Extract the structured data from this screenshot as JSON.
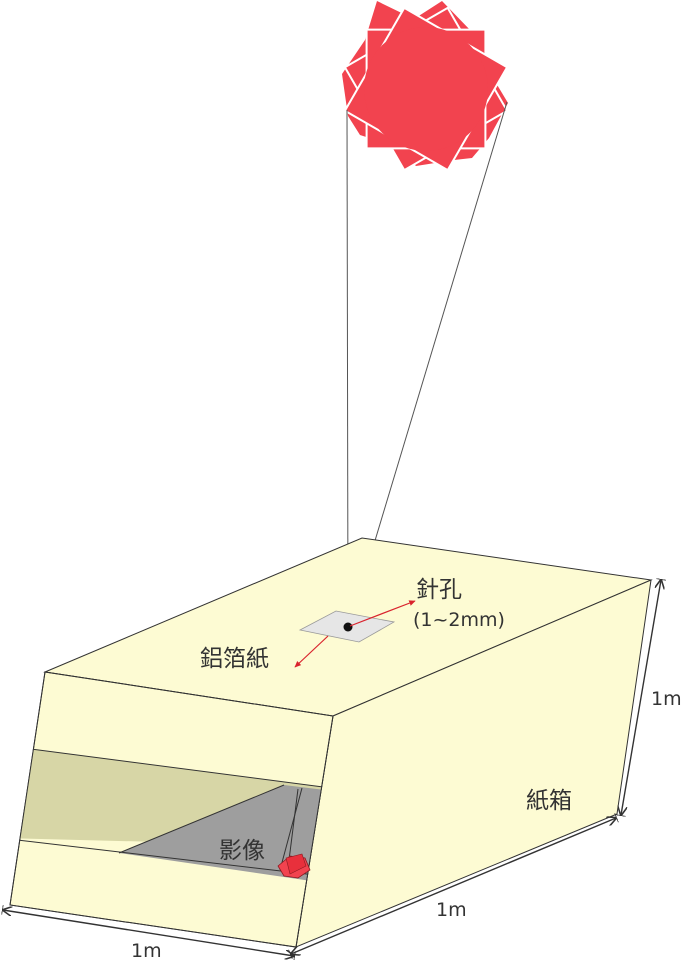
{
  "labels": {
    "pinhole": "針孔",
    "pinhole_size": "(1~2mm)",
    "foil": "鋁箔紙",
    "box": "紙箱",
    "image": "影像",
    "dim_height": "1m",
    "dim_depth": "1m",
    "dim_width": "1m"
  },
  "colors": {
    "sun": "#f2434f",
    "box_face": "#fdfbd3",
    "box_stripe": "#d7d6a6",
    "image_area": "#9e9e9e",
    "foil": "#e6e6e6",
    "arrow": "#d9232d",
    "outline": "#333333"
  }
}
